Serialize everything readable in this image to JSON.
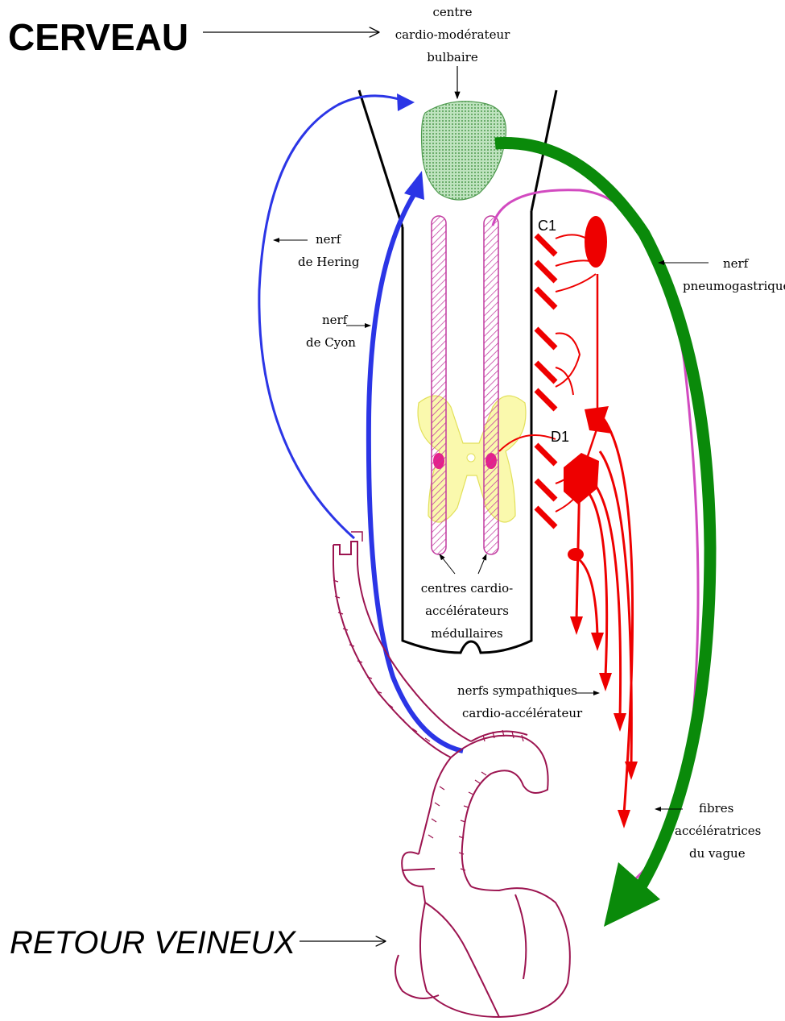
{
  "title_top": "CERVEAU",
  "title_bottom": "RETOUR VEINEUX",
  "labels": {
    "centre_line1": "centre",
    "centre_line2": "cardio-modérateur",
    "centre_line3": "bulbaire",
    "hering_line1": "nerf",
    "hering_line2": "de Hering",
    "cyon_line1": "nerf",
    "cyon_line2": "de Cyon",
    "pneumo_line1": "nerf",
    "pneumo_line2": "pneumogastrique",
    "seg_c1": "C1",
    "seg_d1": "D1",
    "medul_line1": "centres cardio-",
    "medul_line2": "accélérateurs",
    "medul_line3": "médullaires",
    "sympa_line1": "nerfs sympathiques",
    "sympa_line2": "cardio-accélérateur",
    "fibres_line1": "fibres",
    "fibres_line2": "accélératrices",
    "fibres_line3": "du vague"
  },
  "colors": {
    "nerve_blue": "#2b35e6",
    "nerve_green": "#0a8a0a",
    "sympathetic_red": "#ee0000",
    "vagus_pink": "#d24ac0",
    "bulb_green": "#9ed29e",
    "heart_maroon": "#9c1450",
    "grey_matter_yellow": "#f6f46a",
    "medullary_hatch": "#c23aa0"
  }
}
